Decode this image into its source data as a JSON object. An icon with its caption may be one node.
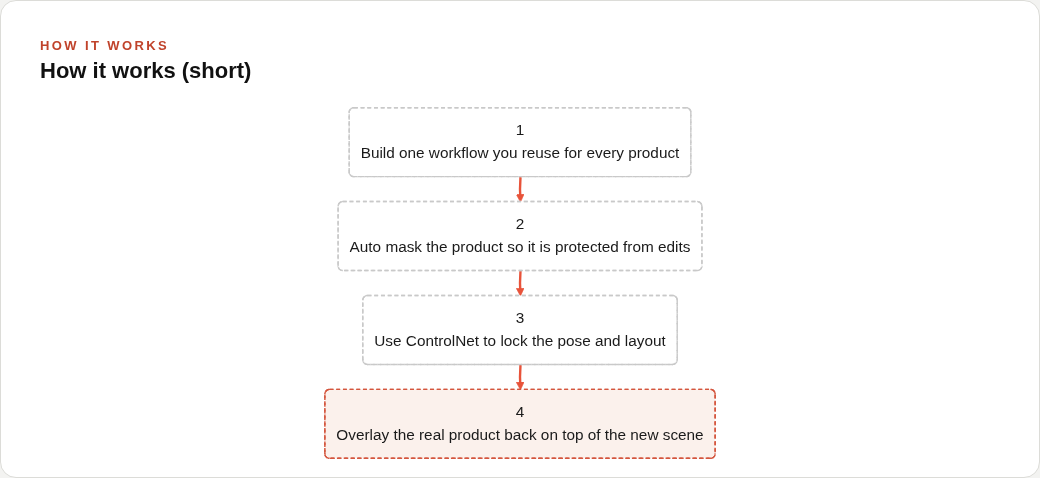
{
  "diagram": {
    "title": "How it works (short)",
    "nodes": [
      {
        "text": [
          "1",
          "Build one workflow you reuse for every product"
        ]
      },
      {
        "text": [
          "2",
          "Auto mask the product so it is protected from edits"
        ]
      },
      {
        "text": [
          "3",
          "Use ControlNet to lock the pose and layout"
        ]
      },
      {
        "text": [
          "4",
          "Overlay the real product back on top of the new scene"
        ]
      }
    ],
    "edges": [
      {
        "from": 0,
        "to": 1,
        "arrow": "to"
      },
      {
        "from": 1,
        "to": 2,
        "arrow": "to"
      },
      {
        "from": 2,
        "to": 3,
        "arrow": "to"
      }
    ],
    "labels": [
      "HOW IT WORKS"
    ]
  }
}
